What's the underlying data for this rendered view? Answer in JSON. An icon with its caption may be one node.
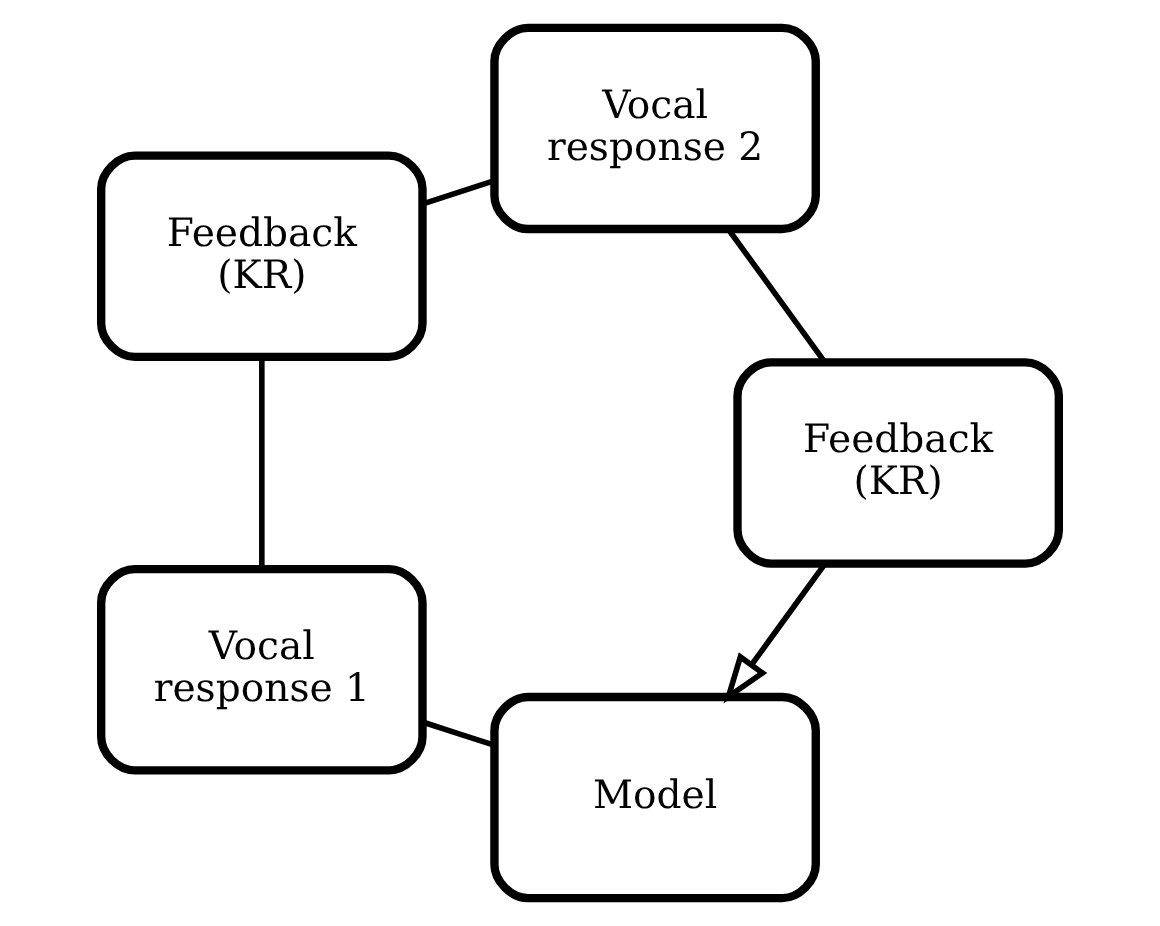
{
  "diagram": {
    "nodes": [
      {
        "text": [
          "Model"
        ]
      },
      {
        "text": [
          "Vocal response 1"
        ]
      },
      {
        "text": [
          "Feedback (KR)"
        ]
      },
      {
        "text": [
          "Vocal response 2"
        ]
      },
      {
        "text": [
          "Feedback (KR)"
        ]
      }
    ],
    "edges": [
      {
        "from": 0,
        "to": 1,
        "arrow": "none"
      },
      {
        "from": 1,
        "to": 2,
        "arrow": "none"
      },
      {
        "from": 2,
        "to": 3,
        "arrow": "none"
      },
      {
        "from": 3,
        "to": 4,
        "arrow": "none"
      },
      {
        "from": 4,
        "to": 0,
        "arrow": "to"
      }
    ]
  }
}
